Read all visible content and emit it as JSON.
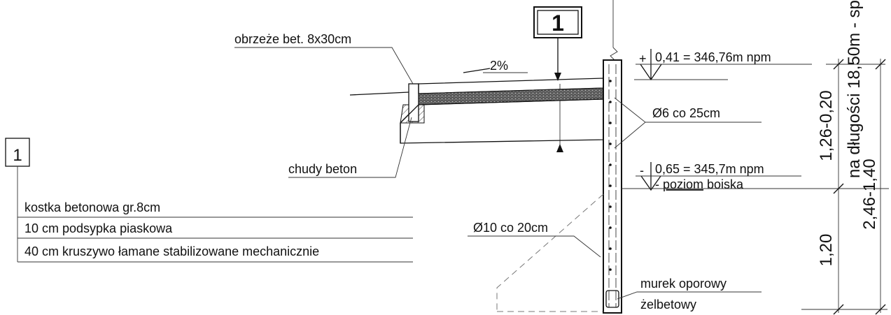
{
  "section_marker": "1",
  "layers_table": {
    "marker": "1",
    "rows": [
      "kostka betonowa gr.8cm",
      "10 cm podsypka piaskowa",
      "40 cm kruszywo łamane stabilizowane mechanicznie"
    ]
  },
  "labels": {
    "curb": "obrzeże bet. 8x30cm",
    "slope": "2%",
    "lean_concrete": "chudy beton",
    "rebar_top": "Ø6 co 25cm",
    "rebar_bottom": "Ø10 co 20cm",
    "elevation_top": "0,41 = 346,76m npm",
    "elevation_top_sign": "+",
    "elevation_mid": "0,65 = 345,7m npm",
    "elevation_mid_sign": "-",
    "pitch_level_word": "poziom",
    "pitch_level_rest": " boiska",
    "pitch_level_dash": "- ",
    "wall_line1": "murek oporowy",
    "wall_line2": "żelbetowy"
  },
  "dimensions": {
    "upper": "1,26-0,20",
    "lower": "1,20",
    "total": "2,46-1,40",
    "length_note": "na długości 18,50m - sp"
  }
}
